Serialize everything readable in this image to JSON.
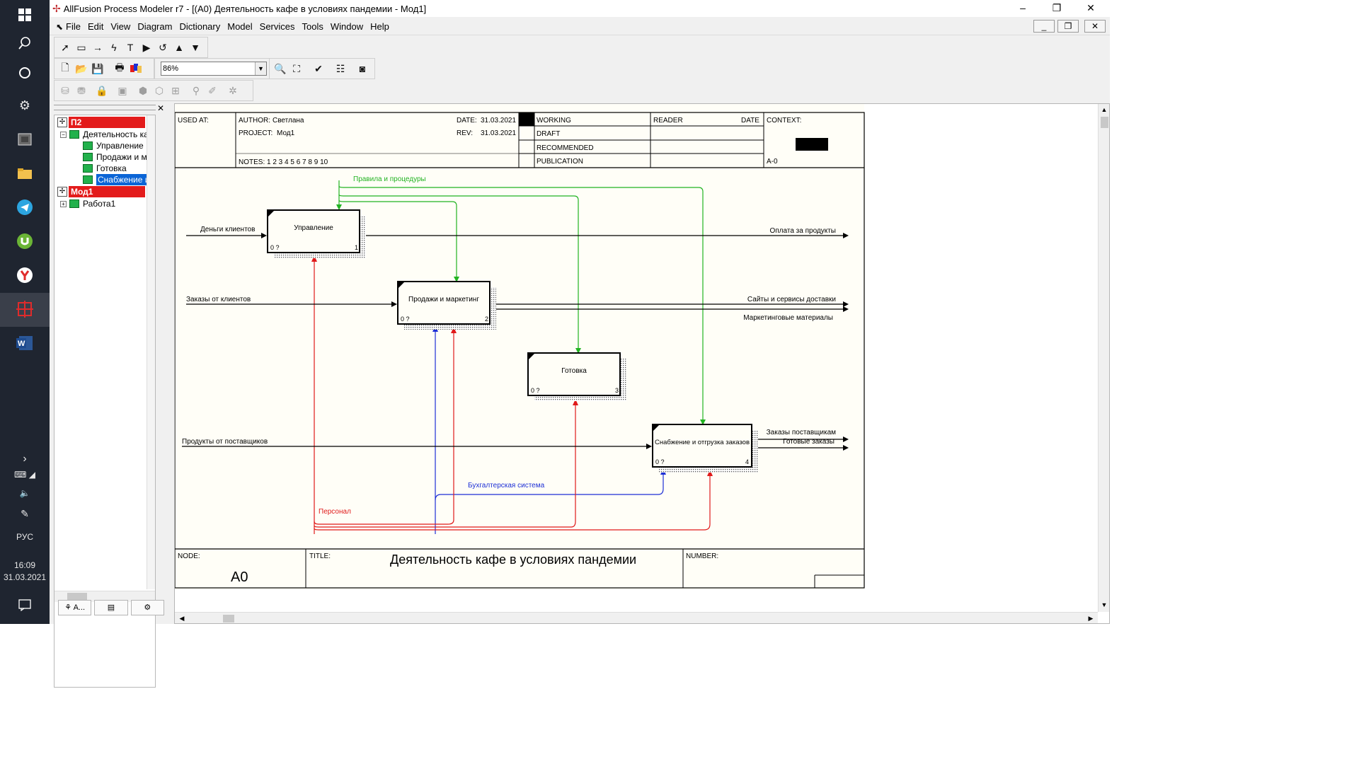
{
  "taskbar": {
    "language": "РУС",
    "time": "16:09",
    "date": "31.03.2021"
  },
  "window": {
    "title": "AllFusion Process Modeler r7 - [(A0) Деятельность кафе в условиях пандемии - Мод1]",
    "minimize": "‒",
    "maximize": "❐",
    "close": "✕"
  },
  "menu": [
    "File",
    "Edit",
    "View",
    "Diagram",
    "Dictionary",
    "Model",
    "Services",
    "Tools",
    "Window",
    "Help"
  ],
  "zoom_value": "86%",
  "tree": {
    "items": [
      {
        "label": "П2",
        "level": 0,
        "style": "model-red"
      },
      {
        "label": "Деятельность ка",
        "level": 1,
        "style": "activity"
      },
      {
        "label": "Управление",
        "level": 2,
        "style": "activity"
      },
      {
        "label": "Продажи и ма",
        "level": 2,
        "style": "activity"
      },
      {
        "label": "Готовка",
        "level": 2,
        "style": "activity"
      },
      {
        "label": "Снабжение и с",
        "level": 2,
        "style": "selected"
      },
      {
        "label": "Мод1",
        "level": 0,
        "style": "model-red"
      },
      {
        "label": "Работа1",
        "level": 1,
        "style": "activity"
      }
    ],
    "tabs": [
      "A...",
      "",
      ""
    ]
  },
  "frame": {
    "used_at": "USED AT:",
    "author_label": "AUTHOR:",
    "author": "Светлана",
    "project_label": "PROJECT:",
    "project": "Мод1",
    "date_label": "DATE:",
    "date": "31.03.2021",
    "rev_label": "REV:",
    "rev": "31.03.2021",
    "notes": "NOTES:  1  2  3  4  5  6  7  8  9  10",
    "status": [
      "WORKING",
      "DRAFT",
      "RECOMMENDED",
      "PUBLICATION"
    ],
    "reader": "READER",
    "reader_date": "DATE",
    "context": "CONTEXT:",
    "context_node": "A-0",
    "node_label": "NODE:",
    "node": "A0",
    "title_label": "TITLE:",
    "title": "Деятельность кафе в условиях пандемии",
    "number_label": "NUMBER:"
  },
  "boxes": [
    {
      "name": "Управление",
      "number": "1",
      "cost": "0 ?"
    },
    {
      "name": "Продажи и маркетинг",
      "number": "2",
      "cost": "0 ?"
    },
    {
      "name": "Готовка",
      "number": "3",
      "cost": "0 ?"
    },
    {
      "name": "Снабжение и отгрузка заказов",
      "number": "4",
      "cost": "0 ?"
    }
  ],
  "arrows": {
    "inputs": [
      "Деньги клиентов",
      "Заказы от клиентов",
      "Продукты от поставщиков"
    ],
    "outputs": [
      "Оплата за продукты",
      "Сайты и сервисы доставки",
      "Маркетинговые материалы",
      "Заказы поставщикам",
      "Готовые заказы"
    ],
    "control": "Правила и процедуры",
    "mechanisms": [
      "Бухгалтерская система",
      "Персонал"
    ]
  },
  "colors": {
    "control": "#22b322",
    "mechanism_blue": "#1d2fd6",
    "mechanism_red": "#e01a1a",
    "canvas": "#fffef7",
    "tree_red": "#e31b1b"
  }
}
